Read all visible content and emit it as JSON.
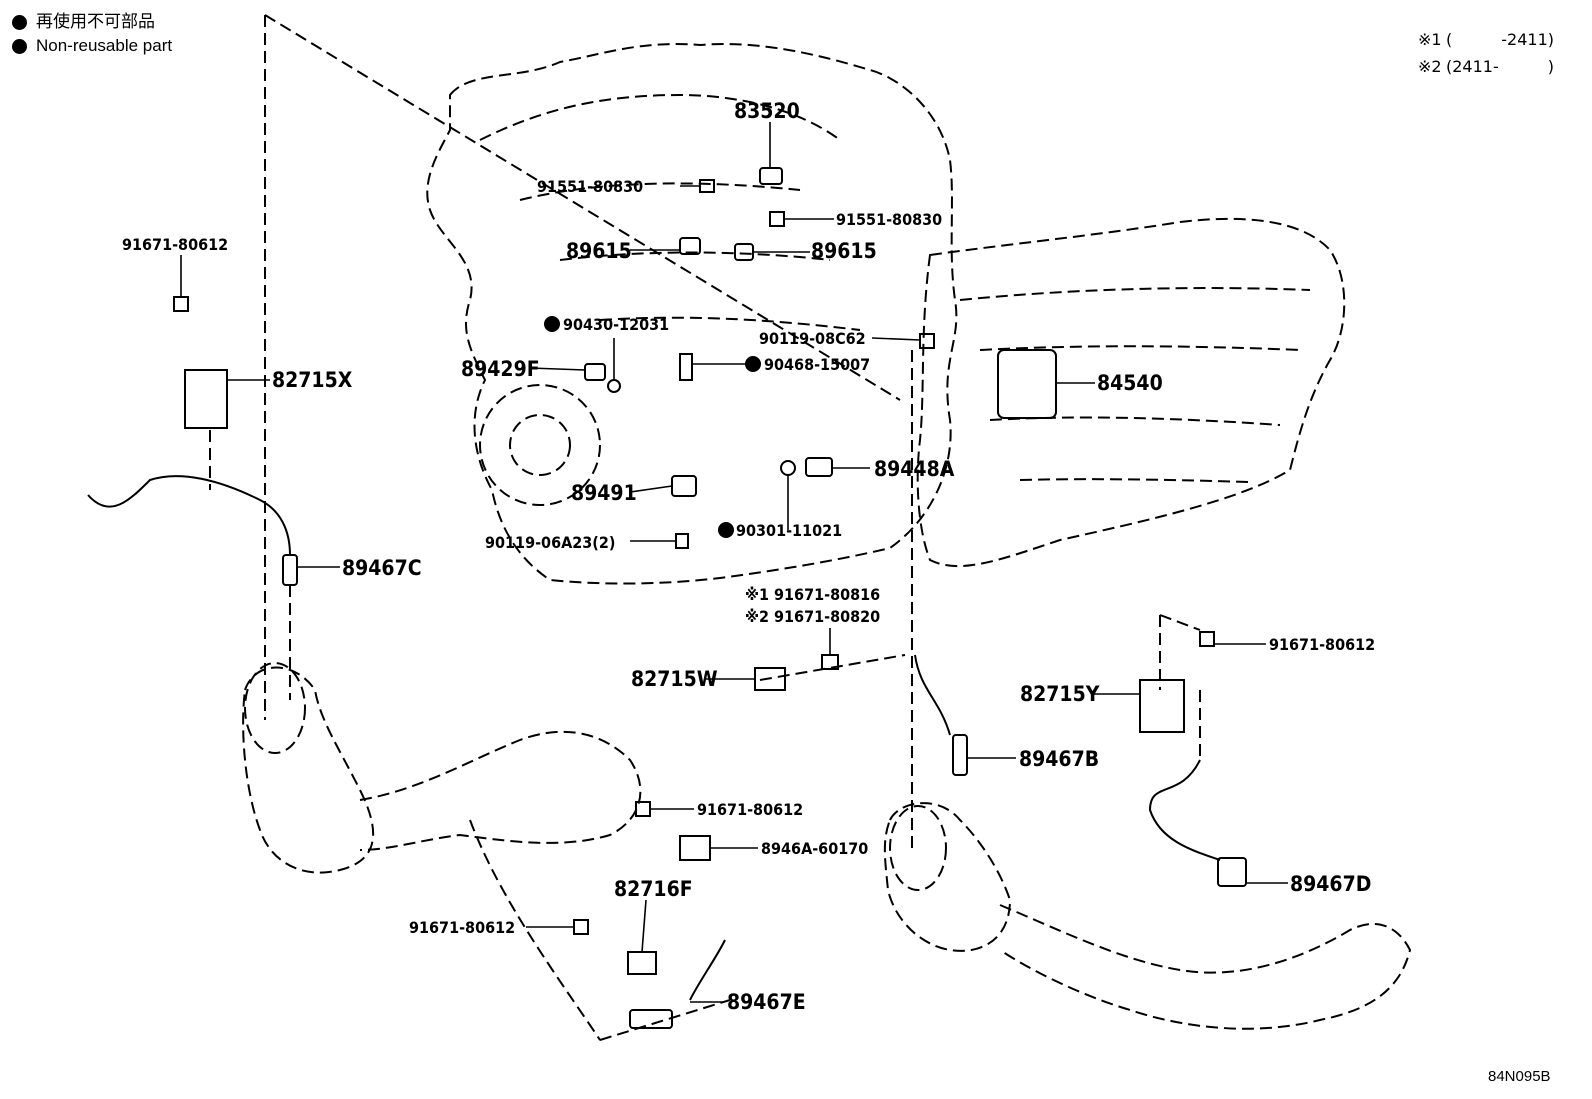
{
  "legend": {
    "line_jp": "再使用不可部品",
    "line_en": "Non-reusable part"
  },
  "notes": [
    {
      "mark": "※1",
      "open": "(",
      "value": "-2411)"
    },
    {
      "mark": "※2",
      "open": "(2411-",
      "value": ")"
    }
  ],
  "footer_code": "84N095B",
  "callouts": {
    "p83520": "83520",
    "p91551_a": "91551-80830",
    "p91551_b": "91551-80830",
    "p89615_a": "89615",
    "p89615_b": "89615",
    "p91671_tl": "91671-80612",
    "p90430": "90430-12031",
    "p90119_08c62": "90119-08C62",
    "p82715x": "82715X",
    "p89429f": "89429F",
    "p90468": "90468-15007",
    "p84540": "84540",
    "p89448a": "89448A",
    "p89491": "89491",
    "p90301": "90301-11021",
    "p90119_06a23": "90119-06A23(2)",
    "p89467c": "89467C",
    "p91671_80816": "※1 91671-80816",
    "p91671_80820": "※2 91671-80820",
    "p91671_r": "91671-80612",
    "p82715w": "82715W",
    "p82715y": "82715Y",
    "p89467b": "89467B",
    "p91671_m": "91671-80612",
    "p8946a": "8946A-60170",
    "p82716f": "82716F",
    "p89467d": "89467D",
    "p91671_bl": "91671-80612",
    "p89467e": "89467E"
  },
  "colors": {
    "ink": "#000000",
    "paper": "#ffffff"
  }
}
